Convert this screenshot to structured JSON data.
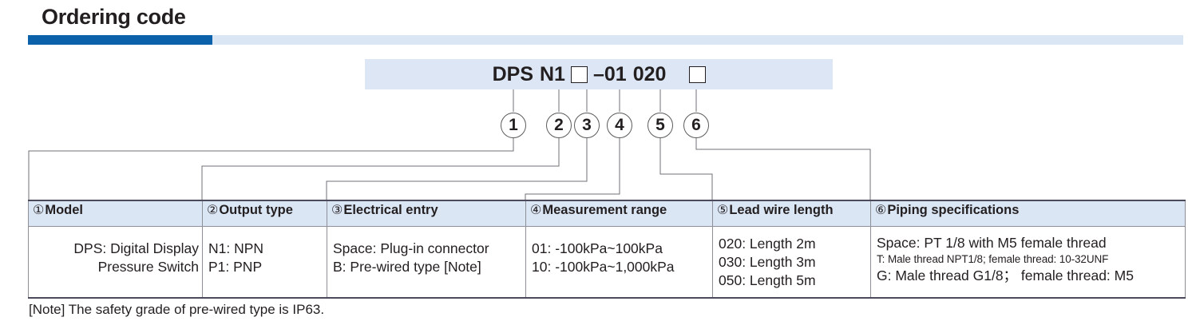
{
  "section": {
    "title": "Ordering code",
    "accent_color": "#0b62ab",
    "rule_light_color": "#dbe6f5"
  },
  "order_code": {
    "background": "#dce6f4",
    "segments": [
      {
        "id": "1",
        "text": "DPS",
        "type": "text"
      },
      {
        "id": "2",
        "text": "N1",
        "type": "text"
      },
      {
        "id": "3",
        "text": "",
        "type": "box"
      },
      {
        "id": "4",
        "text": "–01",
        "type": "text"
      },
      {
        "id": "5",
        "text": "020",
        "type": "text"
      },
      {
        "id": "6",
        "text": "",
        "type": "box"
      }
    ]
  },
  "callouts": [
    {
      "number": "1"
    },
    {
      "number": "2"
    },
    {
      "number": "3"
    },
    {
      "number": "4"
    },
    {
      "number": "5"
    },
    {
      "number": "6"
    }
  ],
  "table": {
    "header_background": "#dbe6f5",
    "columns": [
      {
        "num": "①",
        "label": "Model"
      },
      {
        "num": "②",
        "label": "Output type"
      },
      {
        "num": "③",
        "label": "Electrical entry"
      },
      {
        "num": "④",
        "label": "Measurement range"
      },
      {
        "num": "⑤",
        "label": "Lead wire length"
      },
      {
        "num": "⑥",
        "label": "Piping specifications"
      }
    ],
    "cells": {
      "model": {
        "line1": "DPS: Digital Display",
        "line2": "Pressure Switch"
      },
      "output_type": {
        "line1": "N1: NPN",
        "line2": "P1: PNP"
      },
      "electrical_entry": {
        "line1": "Space: Plug-in connector",
        "line2": "B: Pre-wired type [Note]"
      },
      "measurement_range": {
        "line1": "01: -100kPa~100kPa",
        "line2": "10: -100kPa~1,000kPa"
      },
      "lead_wire_length": {
        "line1": "020: Length 2m",
        "line2": "030: Length 3m",
        "line3": "050: Length 5m"
      },
      "piping_specifications": {
        "line1": "Space: PT 1/8 with M5 female thread",
        "line2": "T: Male thread NPT1/8; female thread: 10-32UNF",
        "line3": "G: Male thread G1/8；  female thread: M5"
      }
    }
  },
  "note": "[Note] The safety grade of pre-wired type is IP63."
}
